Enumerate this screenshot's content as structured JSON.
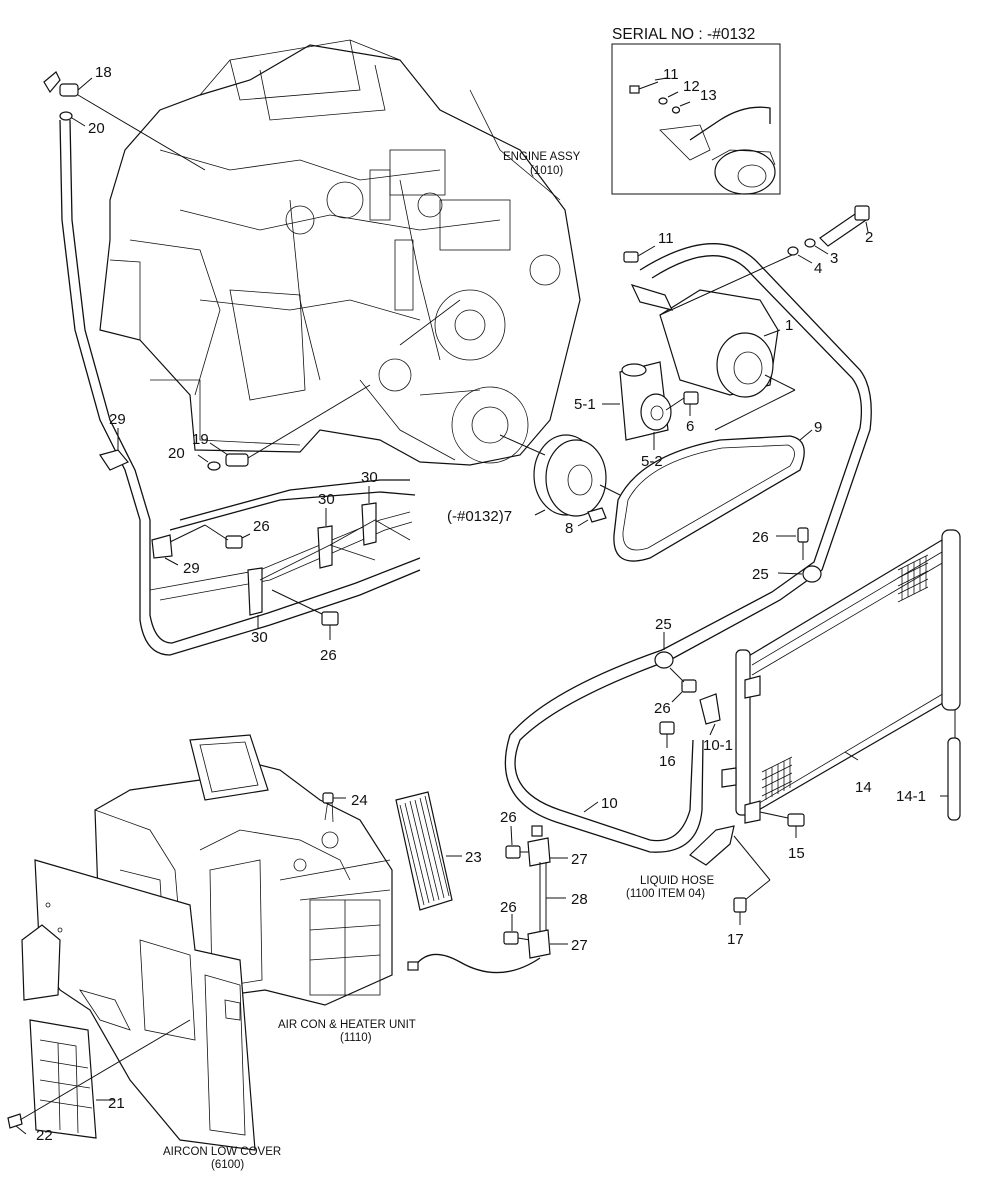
{
  "serial_box": {
    "title": "SERIAL NO : -#0132",
    "callouts": [
      "11",
      "12",
      "13"
    ]
  },
  "assembly_captions": {
    "engine": [
      "ENGINE ASSY",
      "(1010)"
    ],
    "aircon_unit": [
      "AIR CON & HEATER UNIT",
      "(1110)"
    ],
    "low_cover": [
      "AIRCON LOW COVER",
      "(6100)"
    ],
    "liquid_hose": [
      "LIQUID HOSE",
      "(1100 ITEM 04)"
    ]
  },
  "callouts": {
    "c18": "18",
    "c20a": "20",
    "c29a": "29",
    "c20b": "20",
    "c19": "19",
    "c29b": "29",
    "c26a": "26",
    "c30a": "30",
    "c30b": "30",
    "c30c": "30",
    "c26b": "26",
    "c11": "11",
    "c2": "2",
    "c3": "3",
    "c4": "4",
    "c1": "1",
    "c5_1": "5-1",
    "c6": "6",
    "c5_2": "5-2",
    "c9": "9",
    "c7": "(-#0132)7",
    "c8": "8",
    "c26c": "26",
    "c25a": "25",
    "c25b": "25",
    "c26d": "26",
    "c10_1": "10-1",
    "c16": "16",
    "c14": "14",
    "c14_1": "14-1",
    "c10": "10",
    "c15": "15",
    "c17": "17",
    "c24": "24",
    "c23": "23",
    "c26e": "26",
    "c27a": "27",
    "c28": "28",
    "c26f": "26",
    "c27b": "27",
    "c21": "21",
    "c22": "22"
  }
}
